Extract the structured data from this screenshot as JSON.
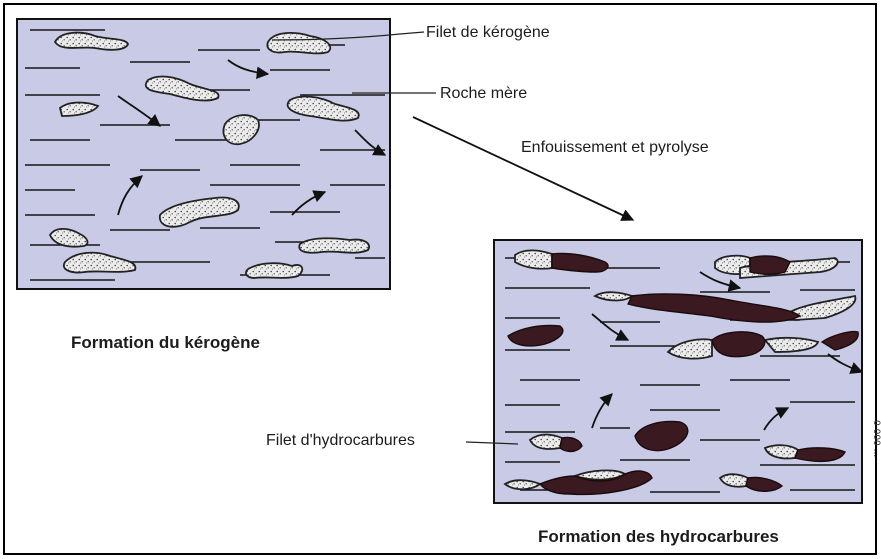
{
  "labels": {
    "kerogen_filament": "Filet de kérogène",
    "source_rock": "Roche mère",
    "burial_pyrolysis": "Enfouissement et pyrolyse",
    "hydrocarbon_filament": "Filet d'hydrocarbures",
    "caption_left": "Formation du kérogène",
    "caption_right": "Formation des hydrocarbures",
    "side_mark": "0 000 ..."
  },
  "colors": {
    "rock_fill": "#c9cbe6",
    "frame": "#111111",
    "kerogen_fill": "#e4e2e2",
    "hydrocarbon_fill": "#3a1a20",
    "bedding_line": "#151515",
    "outer_border": "#000000"
  }
}
